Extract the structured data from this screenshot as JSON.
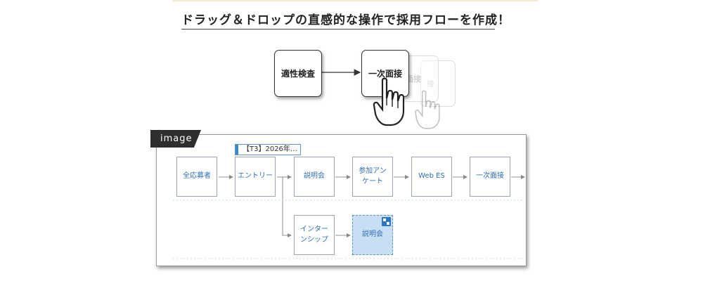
{
  "headline": "ドラッグ＆ドロップの直感的な操作で採用フローを作成！",
  "demo": {
    "source_card": "適性検査",
    "dragged_card": "一次面接",
    "ghost_label_1": "面接",
    "ghost_label_2": "接"
  },
  "image_tab": "image",
  "stage_tag": "【T3】2026年…",
  "flow": {
    "row1": [
      "全応募者",
      "エントリー",
      "説明会",
      "参加アンケート",
      "Web ES",
      "一次面接"
    ],
    "row2": [
      "インターンシップ",
      "説明会"
    ]
  },
  "colors": {
    "accent": "#2e6fb5",
    "selected_fill": "#c8dff3",
    "tab_dark": "#2e2e2e"
  }
}
